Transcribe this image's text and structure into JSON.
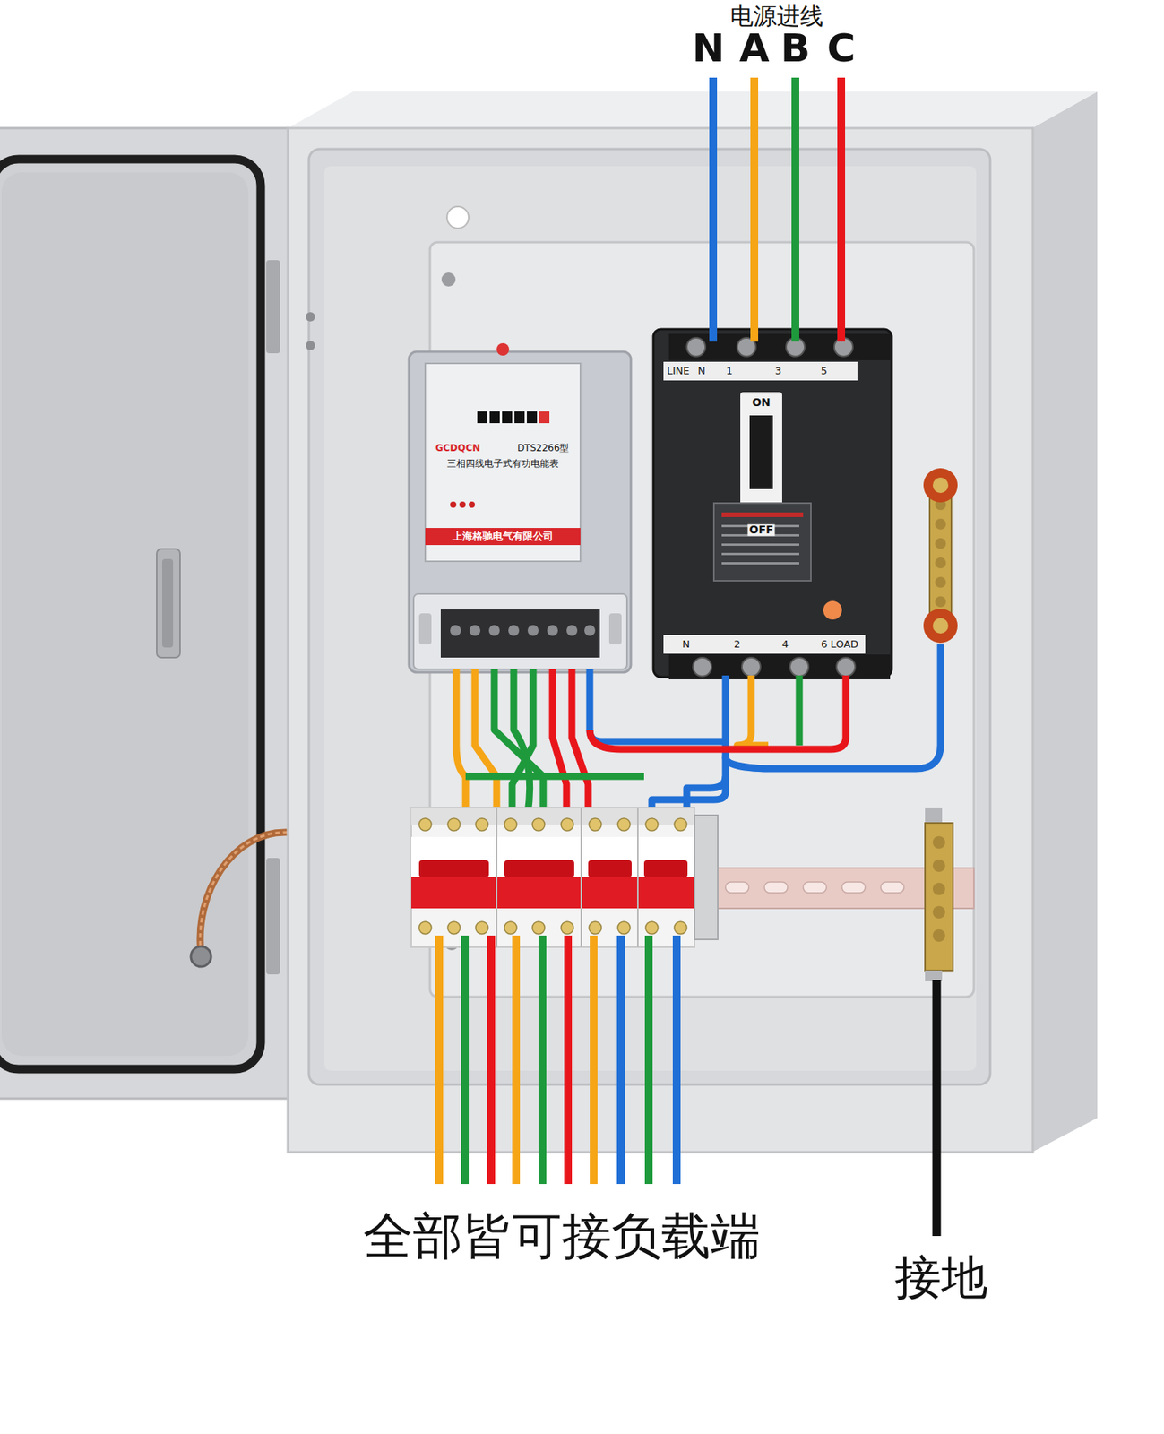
{
  "diagram": {
    "labels": [
      "电源进线",
      "N",
      "A",
      "B",
      "C",
      "LINE",
      "N",
      "1",
      "3",
      "5",
      "ON",
      "OFF",
      "N",
      "2",
      "4",
      "6 LOAD",
      "GCDQCN",
      "DTS2266型",
      "三相四线电子式有功电能表",
      "上海格驰电气有限公司",
      "全部皆可接负载端",
      "接地"
    ]
  }
}
